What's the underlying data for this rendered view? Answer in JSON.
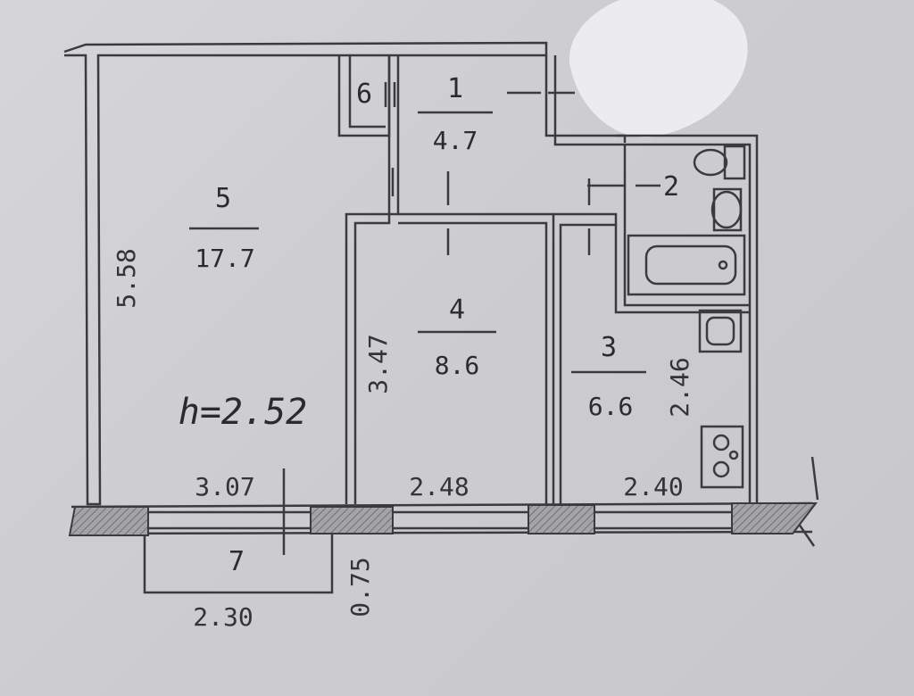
{
  "rooms": [
    {
      "number": "1",
      "area": "4.7"
    },
    {
      "number": "2",
      "area": ""
    },
    {
      "number": "3",
      "area": "6.6"
    },
    {
      "number": "4",
      "area": "8.6"
    },
    {
      "number": "5",
      "area": "17.7"
    },
    {
      "number": "6",
      "area": ""
    },
    {
      "number": "7",
      "area": ""
    }
  ],
  "dimensions": {
    "room5_height": "5.58",
    "room4_height": "3.47",
    "room3_height": "2.46",
    "room5_width": "3.07",
    "room4_width": "2.48",
    "room3_width": "2.40",
    "balcony_width": "2.30",
    "balcony_depth": "0.75"
  },
  "ceiling_height": "h=2.52",
  "colors": {
    "line": "#3a3a3f",
    "wall_fill": "#9a9a9e",
    "paper": "#d2d2d5"
  }
}
